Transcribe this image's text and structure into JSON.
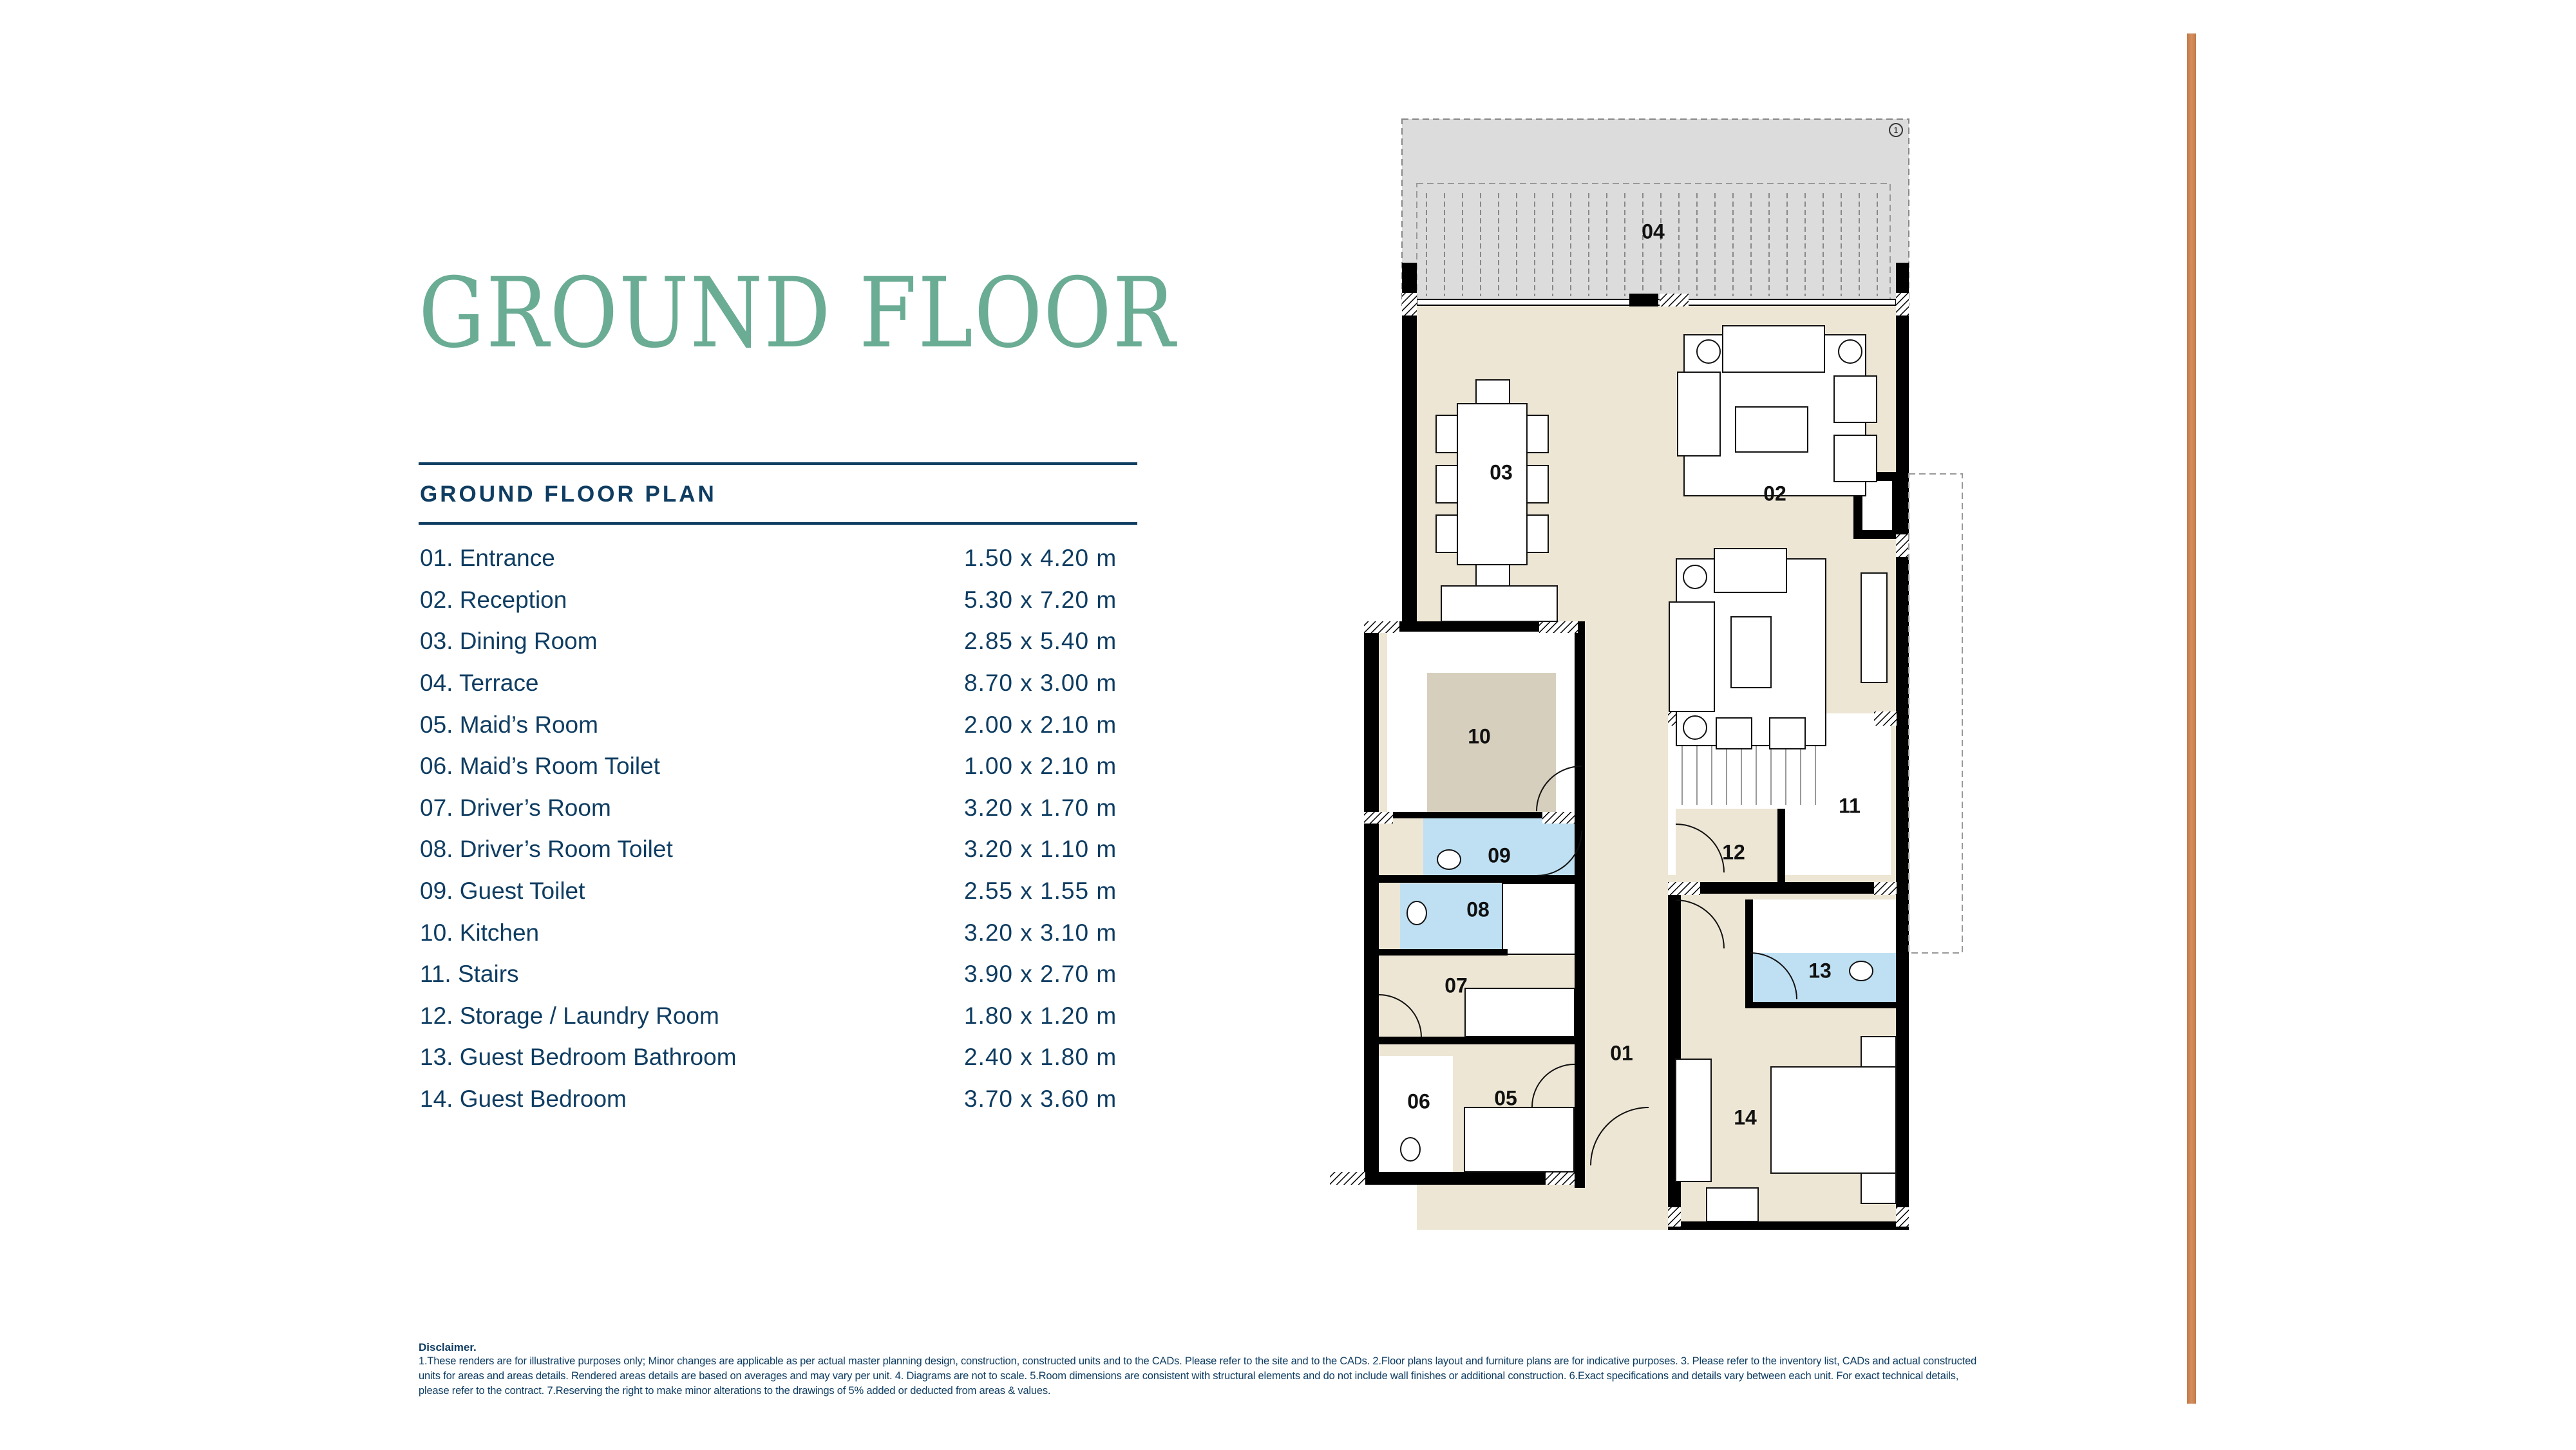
{
  "title": "GROUND FLOOR",
  "plan_table": {
    "heading": "GROUND FLOOR PLAN",
    "rows": [
      {
        "name": "01. Entrance",
        "dim": "1.50 x 4.20 m"
      },
      {
        "name": "02. Reception",
        "dim": "5.30 x 7.20 m"
      },
      {
        "name": "03. Dining Room",
        "dim": "2.85 x 5.40 m"
      },
      {
        "name": "04. Terrace",
        "dim": "8.70 x 3.00 m"
      },
      {
        "name": "05. Maid’s Room",
        "dim": "2.00 x 2.10 m"
      },
      {
        "name": "06. Maid’s Room Toilet",
        "dim": "1.00 x 2.10 m"
      },
      {
        "name": "07. Driver’s Room",
        "dim": "3.20 x 1.70 m"
      },
      {
        "name": "08. Driver’s Room Toilet",
        "dim": "3.20 x 1.10 m"
      },
      {
        "name": "09. Guest Toilet",
        "dim": "2.55 x 1.55 m"
      },
      {
        "name": "10. Kitchen",
        "dim": "3.20 x 3.10 m"
      },
      {
        "name": "11. Stairs",
        "dim": "3.90 x 2.70 m"
      },
      {
        "name": "12. Storage / Laundry Room",
        "dim": "1.80 x 1.20 m"
      },
      {
        "name": "13. Guest Bedroom Bathroom",
        "dim": "2.40 x 1.80 m"
      },
      {
        "name": "14. Guest Bedroom",
        "dim": "3.70 x 3.60 m"
      }
    ]
  },
  "floor_plan": {
    "labels": {
      "r01": "01",
      "r02": "02",
      "r03": "03",
      "r04": "04",
      "r05": "05",
      "r06": "06",
      "r07": "07",
      "r08": "08",
      "r09": "09",
      "r10": "10",
      "r11": "11",
      "r12": "12",
      "r13": "13",
      "r14": "14"
    },
    "markers": {
      "section": "1"
    },
    "colors": {
      "floor": "#ede6d4",
      "kitchen": "#d6cfbd",
      "wet": "#bfe0f3",
      "terrace": "#dcdcdc",
      "wall": "#000000"
    }
  },
  "disclaimer": {
    "heading": "Disclaimer.",
    "text": "1.These renders are for illustrative purposes only; Minor changes are applicable as per actual master planning design, construction, constructed units and to the CADs. Please refer to the site and to the CADs.  2.Floor plans layout and furniture plans are for indicative purposes. 3. Please refer to the inventory list, CADs and actual constructed units for areas and areas details. Rendered areas details are based on averages and may vary per unit. 4. Diagrams are not to scale.  5.Room dimensions are consistent with structural elements and do not include wall finishes or additional construction.  6.Exact specifications and details vary between each unit. For exact technical details, please refer to the contract.  7.Reserving the right to make minor alterations to the drawings of 5% added or deducted from areas & values."
  },
  "colors": {
    "title": "#6aac94",
    "text": "#0f3d62",
    "accent_bar": "#c97f4f"
  }
}
